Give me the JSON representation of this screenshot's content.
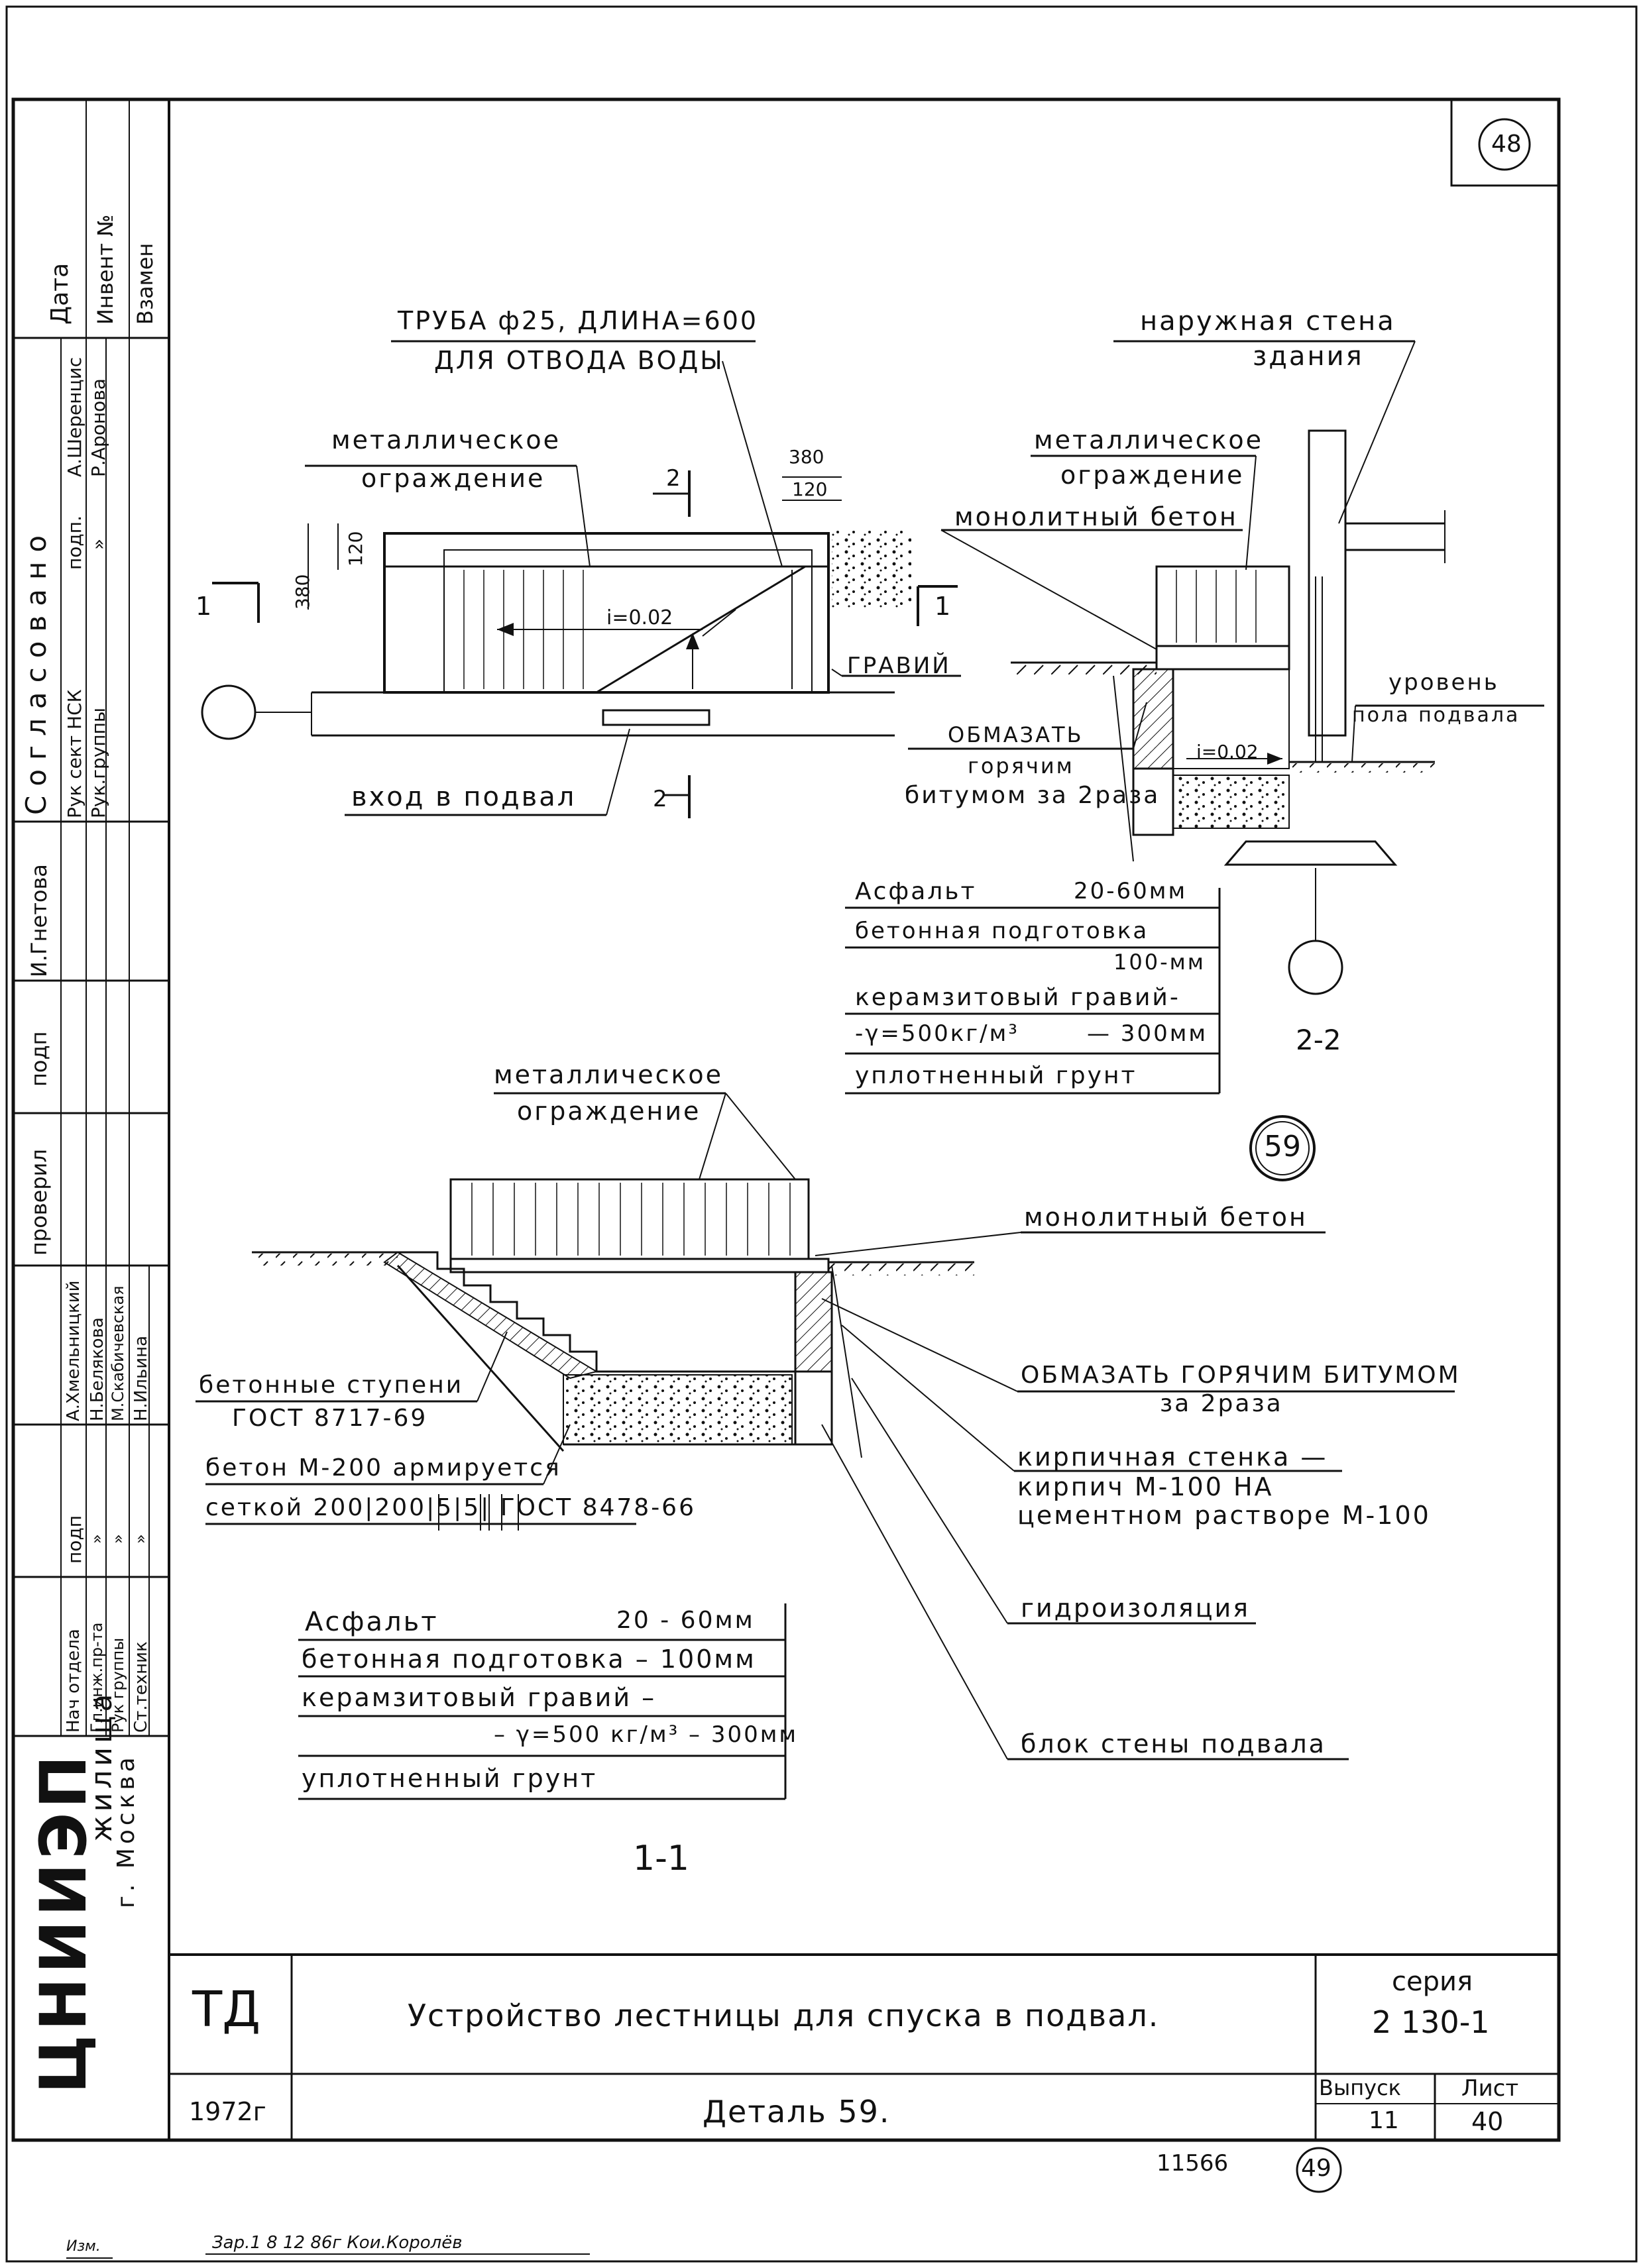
{
  "sheet": {
    "number": "48",
    "bottom_number": "49",
    "archive_no": "11566",
    "footer_note": "Зар.1 8 12 86г Кои.Королёв",
    "footer_label": "Изм."
  },
  "plan": {
    "pipe_label_1": "ТРУБА ф25, ДЛИНА=600",
    "pipe_label_2": "ДЛЯ ОТВОДА ВОДЫ",
    "rail_label_1": "металлическое",
    "rail_label_2": "ограждение",
    "entrance_label": "вход в подвал",
    "gravel_label": "ГРАВИЙ",
    "slope": "i=0.02",
    "dim_380_top": "380",
    "dim_120_top": "120",
    "dim_380_left": "380",
    "dim_120_left": "120",
    "section_2_top": "2",
    "section_2_bottom": "2",
    "section_1_left": "1",
    "section_1_right": "1"
  },
  "section22": {
    "wall_label_1": "наружная стена",
    "wall_label_2": "здания",
    "rail_label_1": "металлическое",
    "rail_label_2": "ограждение",
    "concrete_label": "монолитный бетон",
    "bitumen_1": "ОБМАЗАТЬ",
    "bitumen_2": "горячим",
    "bitumen_3": "битумом за 2раза",
    "level_1": "уровень",
    "level_2": "пола подвала",
    "slope": "i=0.02",
    "title": "2-2",
    "layers": [
      {
        "name": "Асфальт",
        "value": "20-60мм"
      },
      {
        "name": "бетонная подготовка",
        "value": ""
      },
      {
        "name": "",
        "value": "100-мм"
      },
      {
        "name": "керамзитовый гравий-",
        "value": ""
      },
      {
        "name": "-γ=500кг/м³",
        "value": "— 300мм"
      },
      {
        "name": "уплотненный грунт",
        "value": ""
      }
    ]
  },
  "section11": {
    "callout": "59",
    "rail_label_1": "металлическое",
    "rail_label_2": "ограждение",
    "concrete_label": "монолитный бетон",
    "steps_label_1": "бетонные ступени",
    "steps_label_2": "ГОСТ 8717-69",
    "rebar_label_1": "бетон М-200 армируется",
    "rebar_label_2": "сеткой 200|200|5|5| ГОСТ 8478-66",
    "bitumen_1": "ОБМАЗАТЬ ГОРЯЧИМ БИТУМОМ",
    "bitumen_2": "за 2раза",
    "brick_1": "кирпичная стенка —",
    "brick_2": "кирпич М-100 НА",
    "brick_3": "цементном растворе М-100",
    "waterproof": "гидроизоляция",
    "block": "блок стены подвала",
    "title": "1-1",
    "layers": [
      {
        "name": "Асфальт",
        "value": "20 - 60мм"
      },
      {
        "name": "бетонная подготовка – 100мм",
        "value": ""
      },
      {
        "name": "керамзитовый гравий –",
        "value": ""
      },
      {
        "name": "– γ=500 кг/м³ – 300мм",
        "value": ""
      },
      {
        "name": "уплотненный грунт",
        "value": ""
      }
    ]
  },
  "side_stamp": {
    "cols": [
      "Дата",
      "Инвент №",
      "Взамен"
    ],
    "agreed": "Согласовано",
    "row1": [
      "Рук сект НСК",
      "подп.",
      "А.Шеренцис"
    ],
    "row2": [
      "Рук.группы",
      "»",
      "Р.Аронова"
    ],
    "signer": "И.Гнетова",
    "podp": "подп",
    "checked": "проверил",
    "names": [
      "А.Хмельницкий",
      "Н.Белякова",
      "М.Скабичевская",
      "Н.Ильина"
    ],
    "podp2": "подп",
    "marks": [
      "»",
      "»",
      "»"
    ],
    "roles": [
      "Нач отдела",
      "Гл.инж.пр-та",
      "Рук группы",
      "Ст.техник"
    ],
    "org_1": "ЦНИИЭП",
    "org_2": "жилища",
    "org_3": "г. Москва"
  },
  "title_block": {
    "code": "ТД",
    "year": "1972г",
    "title": "Устройство лестницы для спуска в подвал.",
    "subtitle": "Деталь 59.",
    "series_label": "серия",
    "series": "2 130-1",
    "issue_label": "Выпуск",
    "issue": "11",
    "sheet_label": "Лист",
    "sheet_no": "40"
  }
}
